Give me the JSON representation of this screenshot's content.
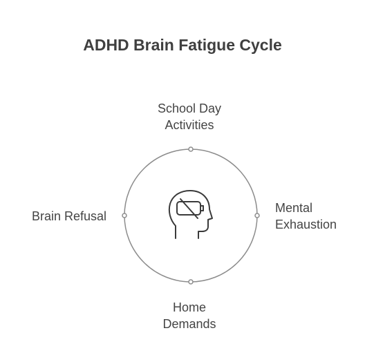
{
  "title": "ADHD Brain Fatigue Cycle",
  "center_icon": "brain-low-battery-icon",
  "colors": {
    "title": "#3f3f3f",
    "text": "#444444",
    "cycle_line": "#8c8c8c",
    "icon_stroke": "#3a3a3a"
  },
  "stages": {
    "top": {
      "line1": "School Day",
      "line2": "Activities"
    },
    "right": {
      "line1": "Mental",
      "line2": "Exhaustion"
    },
    "bottom": {
      "line1": "Home",
      "line2": "Demands"
    },
    "left": {
      "line1": "Brain Refusal"
    }
  }
}
